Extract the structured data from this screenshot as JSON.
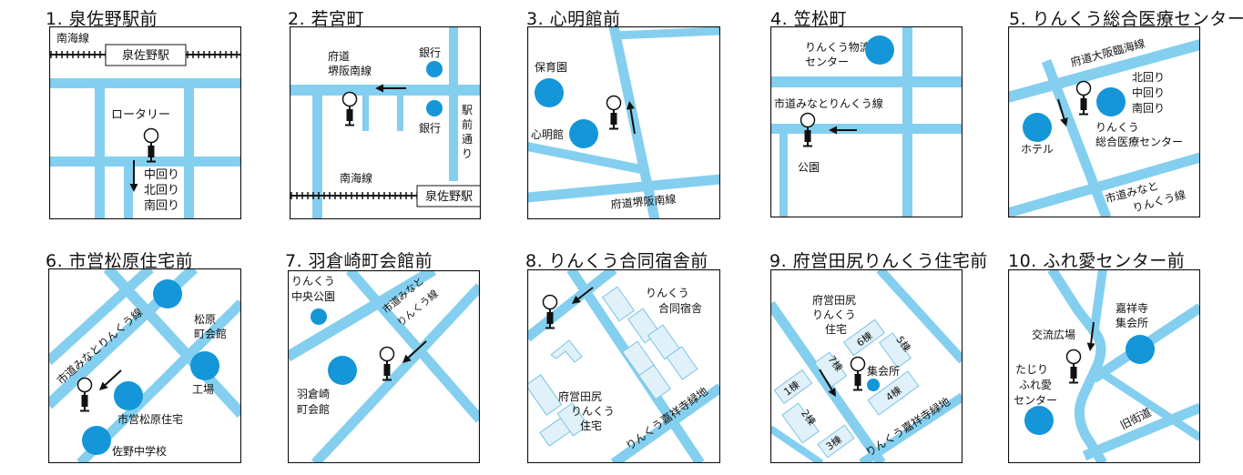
{
  "colors": {
    "road": "#84cfef",
    "landmark": "#1496d8",
    "building_fill": "#e1f1f9",
    "building_stroke": "#7cc3e4",
    "ink": "#111111",
    "rail": "#111111"
  },
  "stops": [
    {
      "title": "1. 泉佐野駅前",
      "labels": {
        "rail_line": "南海線",
        "station": "泉佐野駅",
        "rotary": "ロータリー",
        "route1": "中回り",
        "route2": "北回り",
        "route3": "南回り"
      }
    },
    {
      "title": "2. 若宮町",
      "labels": {
        "road": "府道",
        "road2": "堺阪南線",
        "bank_top": "銀行",
        "bank_bottom": "銀行",
        "ekimae1": "駅",
        "ekimae2": "前",
        "ekimae3": "通",
        "ekimae4": "り",
        "rail_line": "南海線",
        "station": "泉佐野駅"
      }
    },
    {
      "title": "3. 心明館前",
      "labels": {
        "nursery": "保育園",
        "hall": "心明館",
        "road": "府道堺阪南線"
      }
    },
    {
      "title": "4. 笠松町",
      "labels": {
        "logistics1": "りんくう物流",
        "logistics2": "センター",
        "road": "市道みなとりんくう線",
        "park": "公園"
      }
    },
    {
      "title": "5. りんくう総合医療センター",
      "labels": {
        "road_top": "府道大阪臨海線",
        "route1": "北回り",
        "route2": "中回り",
        "route3": "南回り",
        "hospital1": "りんくう",
        "hospital2": "総合医療センター",
        "hotel": "ホテル",
        "road_bottom1": "市道みなと",
        "road_bottom2": "りんくう線"
      }
    },
    {
      "title": "6. 市営松原住宅前",
      "labels": {
        "road": "市道みなとりんくう線",
        "hall1": "松原",
        "hall2": "町会館",
        "factory": "工場",
        "housing": "市営松原住宅",
        "school": "佐野中学校"
      }
    },
    {
      "title": "7. 羽倉崎町会館前",
      "labels": {
        "park1": "りんくう",
        "park2": "中央公園",
        "road1": "市道みなと",
        "road2": "りんくう線",
        "hall1": "羽倉崎",
        "hall2": "町会館"
      }
    },
    {
      "title": "8. りんくう合同宿舎前",
      "labels": {
        "dorm1": "りんくう",
        "dorm2": "合同宿舎",
        "housing1": "府営田尻",
        "housing2": "りんくう",
        "housing3": "住宅",
        "road": "りんくう嘉祥寺緑地"
      }
    },
    {
      "title": "9. 府営田尻りんくう住宅前",
      "labels": {
        "housing1": "府営田尻",
        "housing2": "りんくう",
        "housing3": "住宅",
        "b6": "6棟",
        "b7": "7棟",
        "b5": "5棟",
        "b1": "1棟",
        "b2": "2棟",
        "b4": "4棟",
        "b3": "3棟",
        "meeting": "集会所",
        "road": "りんくう嘉祥寺緑地"
      }
    },
    {
      "title": "10. ふれ愛センター前",
      "labels": {
        "plaza": "交流広場",
        "temple1": "嘉祥寺",
        "temple2": "集会所",
        "center1": "たじり",
        "center2": "ふれ愛",
        "center3": "センター",
        "road": "旧街道"
      }
    }
  ]
}
